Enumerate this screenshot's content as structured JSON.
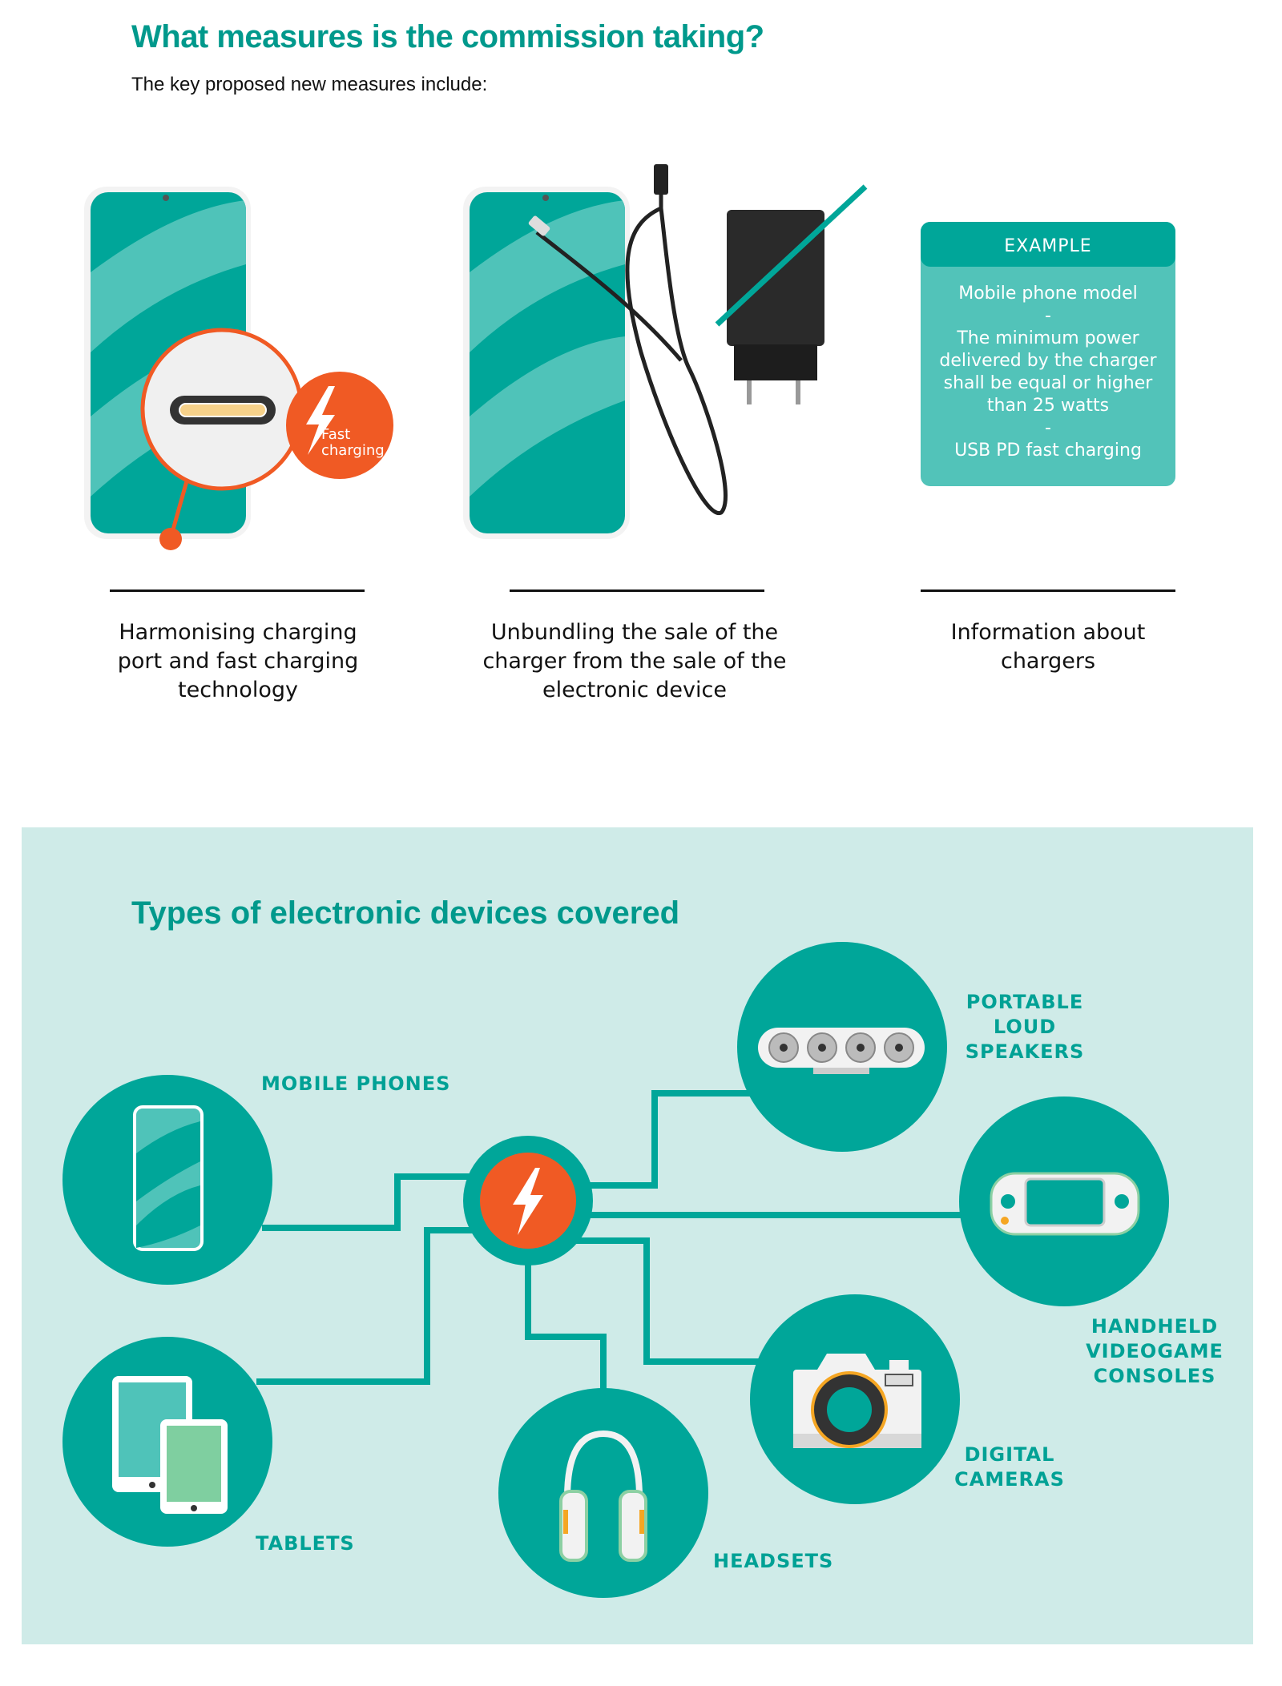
{
  "header": {
    "title": "What measures is the commission taking?",
    "subtitle": "The key proposed new measures include:"
  },
  "measures": [
    {
      "caption_lines": [
        "Harmonising charging",
        "port and fast charging",
        "technology"
      ],
      "badge": [
        "Fast",
        "charging"
      ]
    },
    {
      "caption_lines": [
        "Unbundling the sale of the",
        "charger from the sale of the",
        "electronic device"
      ]
    },
    {
      "caption_lines": [
        "Information about",
        "chargers"
      ]
    }
  ],
  "example": {
    "heading": "EXAMPLE",
    "line1": "Mobile phone model",
    "sep": "-",
    "line2": [
      "The minimum power",
      "delivered by the charger",
      "shall be equal or higher",
      "than 25 watts"
    ],
    "line3": "USB PD fast charging"
  },
  "devices": {
    "title": "Types of electronic devices covered",
    "items": {
      "mobile": [
        "MOBILE PHONES"
      ],
      "speakers": [
        "PORTABLE",
        "LOUD",
        "SPEAKERS"
      ],
      "consoles": [
        "HANDHELD",
        "VIDEOGAME",
        "CONSOLES"
      ],
      "cameras": [
        "DIGITAL",
        "CAMERAS"
      ],
      "headsets": [
        "HEADSETS"
      ],
      "tablets": [
        "TABLETS"
      ]
    }
  },
  "colors": {
    "teal": "#00a499",
    "light_teal": "#4fc3b9",
    "orange": "#f05a24",
    "panel": "#cfebe8"
  }
}
